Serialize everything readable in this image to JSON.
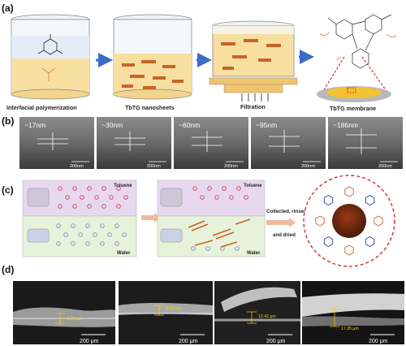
{
  "panel_a": {
    "label": "(a)",
    "captions": [
      "Interfacial  polymerization",
      "TbTG nanosheets",
      "Filtration",
      "TbTG membrane"
    ]
  },
  "panel_b": {
    "label": "(b)",
    "thicknesses": [
      "~17nm",
      "~30nm",
      "~60nm",
      "~95nm",
      "~186nm"
    ],
    "scale": "200nm"
  },
  "panel_c": {
    "label": "(c)",
    "toluene": "Toluene",
    "water": "Water",
    "process_lines": [
      "Collected, rinsed",
      "and dried"
    ]
  },
  "panel_d": {
    "label": "(d)",
    "measurements": [
      "4.59 μm",
      "9.02 μm",
      "12.42 μm",
      "17.35 μm"
    ],
    "scale": "200 μm"
  },
  "colors": {
    "toluene_phase": "#e8d8ef",
    "water_phase": "#e6f2d9",
    "aqueous": "#f7dfa0",
    "nanosheet": "#c8642a",
    "arrow": "#3b6cc6",
    "measure": "#ffd400",
    "dashed_circle": "#d01c1c"
  }
}
